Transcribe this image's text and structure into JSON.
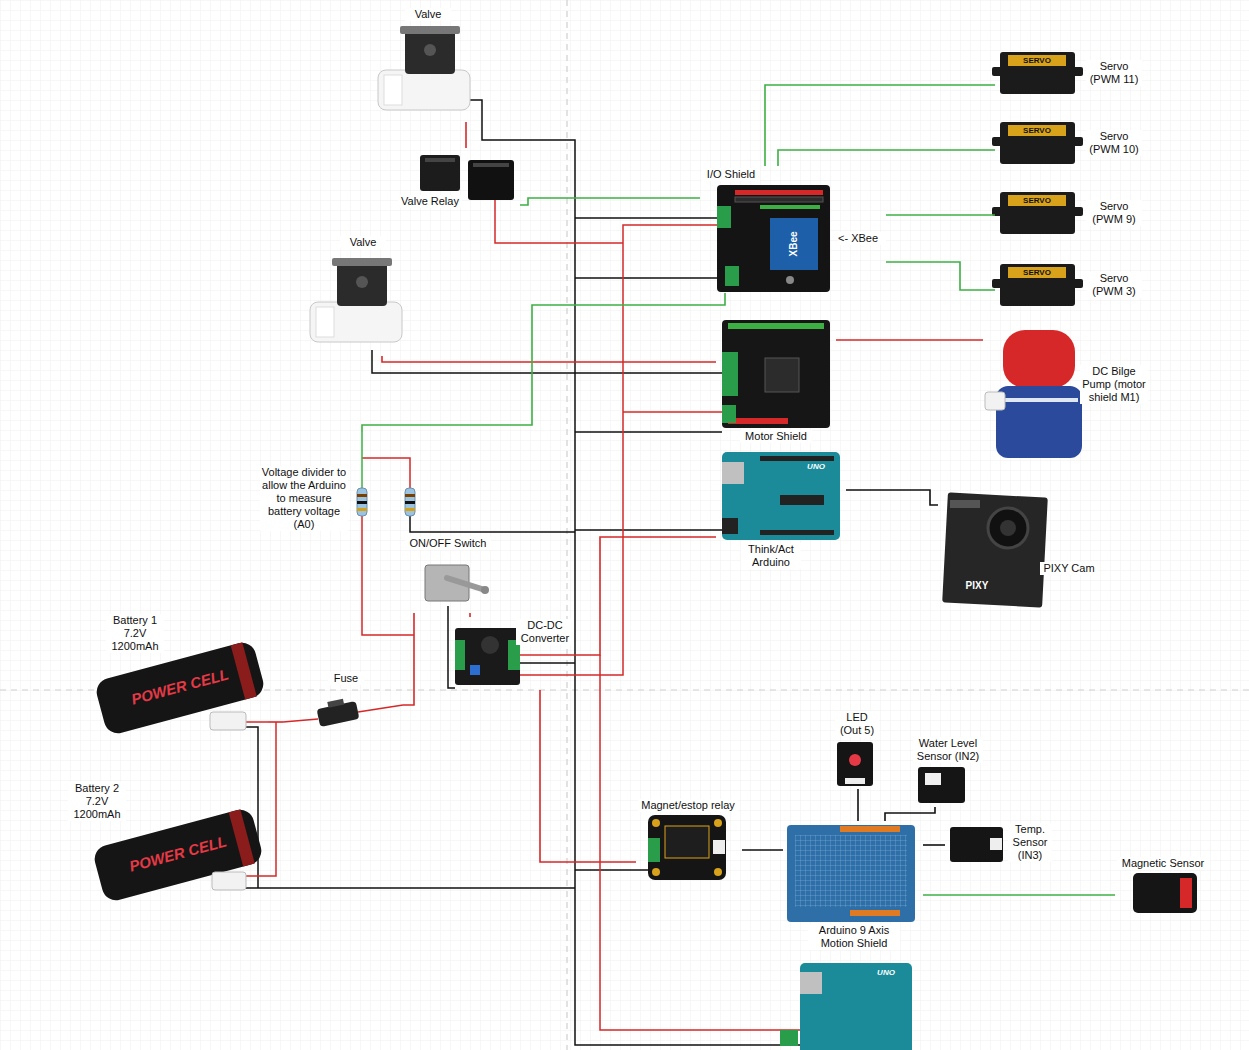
{
  "diagram": {
    "nodes": [
      {
        "text": [
          "Valve"
        ]
      },
      {
        "text": [
          "Valve Relay"
        ]
      },
      {
        "text": [
          "I/O Shield"
        ]
      },
      {
        "text": [
          "Servo (PWM 11)"
        ]
      },
      {
        "text": [
          "Servo (PWM 10)"
        ]
      },
      {
        "text": [
          "Servo (PWM 9)"
        ]
      },
      {
        "text": [
          "Servo (PWM 3)"
        ]
      },
      {
        "text": [
          "Valve"
        ]
      },
      {
        "text": [
          "Motor Shield"
        ]
      },
      {
        "text": [
          "DC Bilge Pump (motor shield M1)"
        ]
      },
      {
        "text": [
          "Think/Act Arduino"
        ]
      },
      {
        "text": [
          "PIXY Cam"
        ]
      },
      {
        "text": [
          "Voltage divider to allow the Arduino to measure battery voltage (A0)"
        ]
      },
      {
        "text": [
          "ON/OFF Switch"
        ]
      },
      {
        "text": [
          "DC-DC Converter"
        ]
      },
      {
        "text": [
          "Battery 1 7.2V 1200mAh"
        ]
      },
      {
        "text": [
          "Fuse"
        ]
      },
      {
        "text": [
          "Battery 2 7.2V 1200mAh"
        ]
      },
      {
        "text": [
          "LED (Out 5)"
        ]
      },
      {
        "text": [
          "Water Level Sensor (IN2)"
        ]
      },
      {
        "text": [
          "Magnet/estop relay"
        ]
      },
      {
        "text": [
          "Temp. Sensor (IN3)"
        ]
      },
      {
        "text": [
          "Arduino 9 Axis Motion Shield"
        ]
      },
      {
        "text": [
          "Magnetic Sensor"
        ]
      }
    ],
    "edges": [
      {
        "from": 0,
        "to": 1,
        "arrow": "none"
      },
      {
        "from": 1,
        "to": 2,
        "arrow": "none"
      },
      {
        "from": 2,
        "to": 3,
        "arrow": "none"
      },
      {
        "from": 2,
        "to": 4,
        "arrow": "none"
      },
      {
        "from": 2,
        "to": 5,
        "arrow": "none"
      },
      {
        "from": 2,
        "to": 6,
        "arrow": "none"
      },
      {
        "from": 7,
        "to": 8,
        "arrow": "none"
      },
      {
        "from": 8,
        "to": 9,
        "arrow": "none"
      },
      {
        "from": 10,
        "to": 11,
        "arrow": "none"
      },
      {
        "from": 12,
        "to": 2,
        "arrow": "none"
      },
      {
        "from": 15,
        "to": 16,
        "arrow": "none"
      },
      {
        "from": 16,
        "to": 13,
        "arrow": "none"
      },
      {
        "from": 13,
        "to": 14,
        "arrow": "none"
      },
      {
        "from": 14,
        "to": 10,
        "arrow": "none"
      },
      {
        "from": 14,
        "to": 20,
        "arrow": "none"
      },
      {
        "from": 20,
        "to": 22,
        "arrow": "none"
      },
      {
        "from": 18,
        "to": 22,
        "arrow": "none"
      },
      {
        "from": 19,
        "to": 22,
        "arrow": "none"
      },
      {
        "from": 21,
        "to": 22,
        "arrow": "none"
      },
      {
        "from": 23,
        "to": 22,
        "arrow": "none"
      }
    ],
    "labels": [
      "SERVO",
      "SERVO",
      "SERVO",
      "SERVO",
      "XBee",
      "<- XBee",
      "UNO",
      "PIXY",
      "POWER CELL",
      "POWER CELL",
      "UNO"
    ]
  }
}
